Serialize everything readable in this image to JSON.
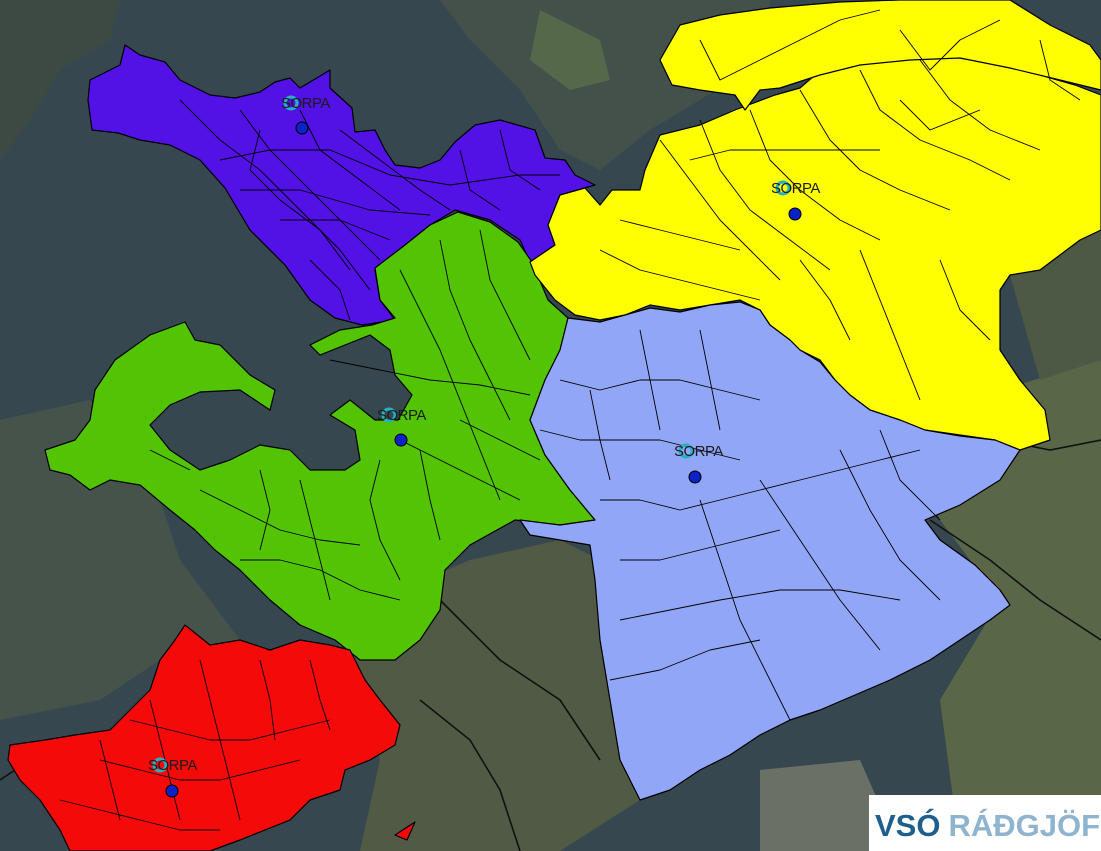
{
  "colors": {
    "water": "#37474f",
    "land": "#4f5a44",
    "purple": "#5212e6",
    "green": "#52c404",
    "yellow": "#ffff02",
    "lightblue": "#92a6f8",
    "red": "#f50a0a",
    "marker": "#0a22c8",
    "label_text": "#1b1b1b"
  },
  "facilities": [
    {
      "zone": "purple",
      "label": "SORPA",
      "icon": "recycling-ring-icon"
    },
    {
      "zone": "yellow",
      "label": "SORPA",
      "icon": "recycling-ring-icon"
    },
    {
      "zone": "green",
      "label": "SORPA",
      "icon": "recycling-ring-icon"
    },
    {
      "zone": "lightblue",
      "label": "SORPA",
      "icon": "recycling-ring-icon"
    },
    {
      "zone": "red",
      "label": "SORPA",
      "icon": "recycling-ring-icon"
    }
  ],
  "logo": {
    "primary": "VSÓ",
    "secondary": "RÁÐGJÖF"
  }
}
